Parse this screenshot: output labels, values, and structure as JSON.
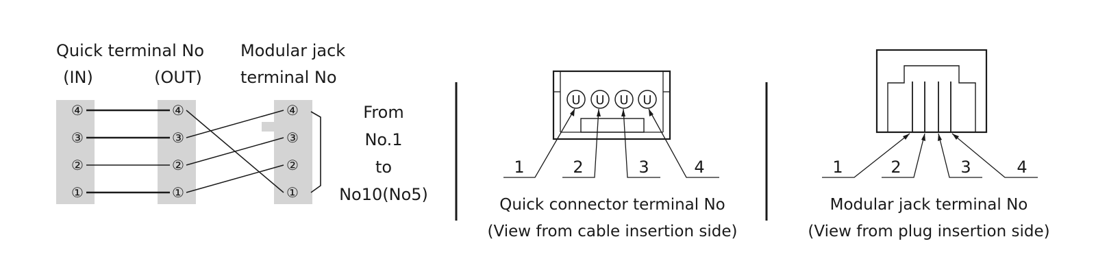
{
  "wiring": {
    "quick_title": "Quick terminal No",
    "in_label": "(IN)",
    "out_label": "(OUT)",
    "modular_title_1": "Modular jack",
    "modular_title_2": "terminal No",
    "in_pins": [
      "④",
      "③",
      "②",
      "①"
    ],
    "out_pins": [
      "④",
      "③",
      "②",
      "①"
    ],
    "modular_pins": [
      "④",
      "③",
      "②",
      "①"
    ],
    "from_lines": [
      "From",
      "No.1",
      "to",
      "No10(No5)"
    ]
  },
  "quick_connector": {
    "pin_glyphs": [
      "U",
      "U",
      "U",
      "U"
    ],
    "numbers": [
      "1",
      "2",
      "3",
      "4"
    ],
    "caption_1": "Quick connector terminal No",
    "caption_2": "(View from cable insertion side)"
  },
  "modular_jack": {
    "numbers": [
      "1",
      "2",
      "3",
      "4"
    ],
    "caption_1": "Modular jack terminal No",
    "caption_2": "(View from plug insertion side)"
  },
  "colors": {
    "ink": "#1a1a1a",
    "terminal_fill": "#d4d4d4"
  }
}
